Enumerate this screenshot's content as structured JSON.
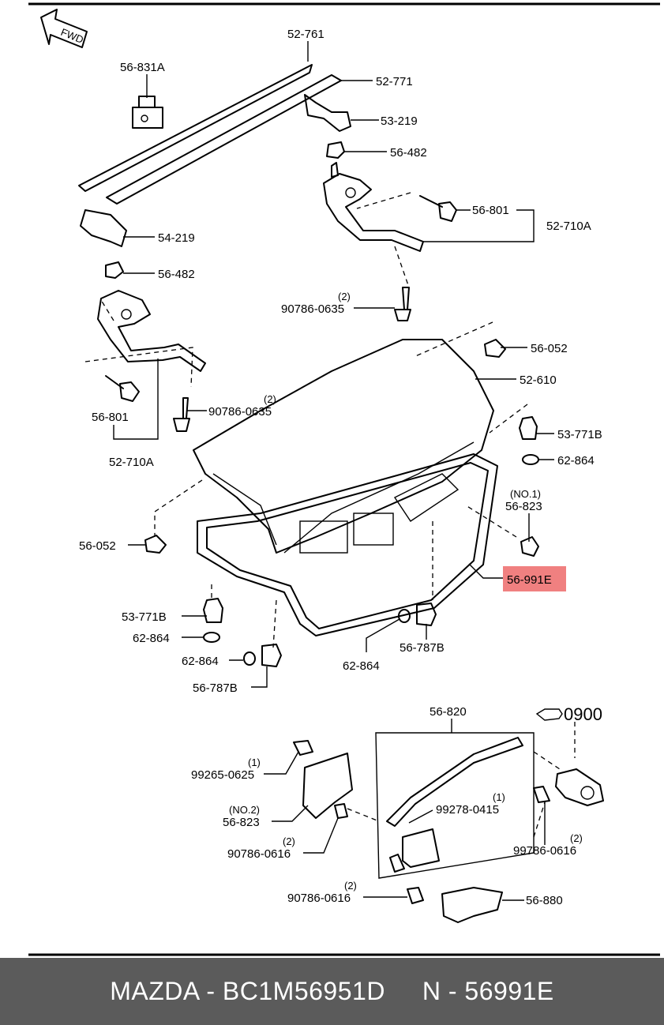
{
  "diagram": {
    "fwd_arrow_text": "FWD",
    "ref_note": "0900",
    "highlight_color": "#f08080",
    "highlighted_part": "56-991E",
    "callouts": {
      "p52761": "52-761",
      "p56831a": "56-831A",
      "p52771": "52-771",
      "p53219": "53-219",
      "p56482_a": "56-482",
      "p56801_a": "56-801",
      "p52710a_a": "52-710A",
      "p54219": "54-219",
      "p56482_b": "56-482",
      "q90786_0635_a": "(2)",
      "p90786_0635_a": "90786-0635",
      "p56052_a": "56-052",
      "p52610": "52-610",
      "p56801_b": "56-801",
      "q90786_0635_b": "(2)",
      "p90786_0635_b": "90786-0635",
      "p52710a_b": "52-710A",
      "p53771b_a": "53-771B",
      "p62864_a": "62-864",
      "q56823_a": "(NO.1)",
      "p56823_a": "56-823",
      "p56052_b": "56-052",
      "p56991e": "56-991E",
      "p53771b_b": "53-771B",
      "p62864_b": "62-864",
      "p62864_c": "62-864",
      "p56787b_a": "56-787B",
      "p62864_d": "62-864",
      "p56787b_b": "56-787B",
      "p56820": "56-820",
      "q99265": "(1)",
      "p99265": "99265-0625",
      "q56823_b": "(NO.2)",
      "p56823_b": "56-823",
      "q90786_0616_a": "(2)",
      "p90786_0616_a": "90786-0616",
      "q99278": "(1)",
      "p99278": "99278-0415",
      "q99786": "(2)",
      "p99786": "99786-0616",
      "q90786_0616_b": "(2)",
      "p90786_0616_b": "90786-0616",
      "p56880": "56-880"
    }
  },
  "footer": {
    "text": "MAZDA - BC1M56951D     N - 56991E",
    "background": "#5b5b5b"
  }
}
